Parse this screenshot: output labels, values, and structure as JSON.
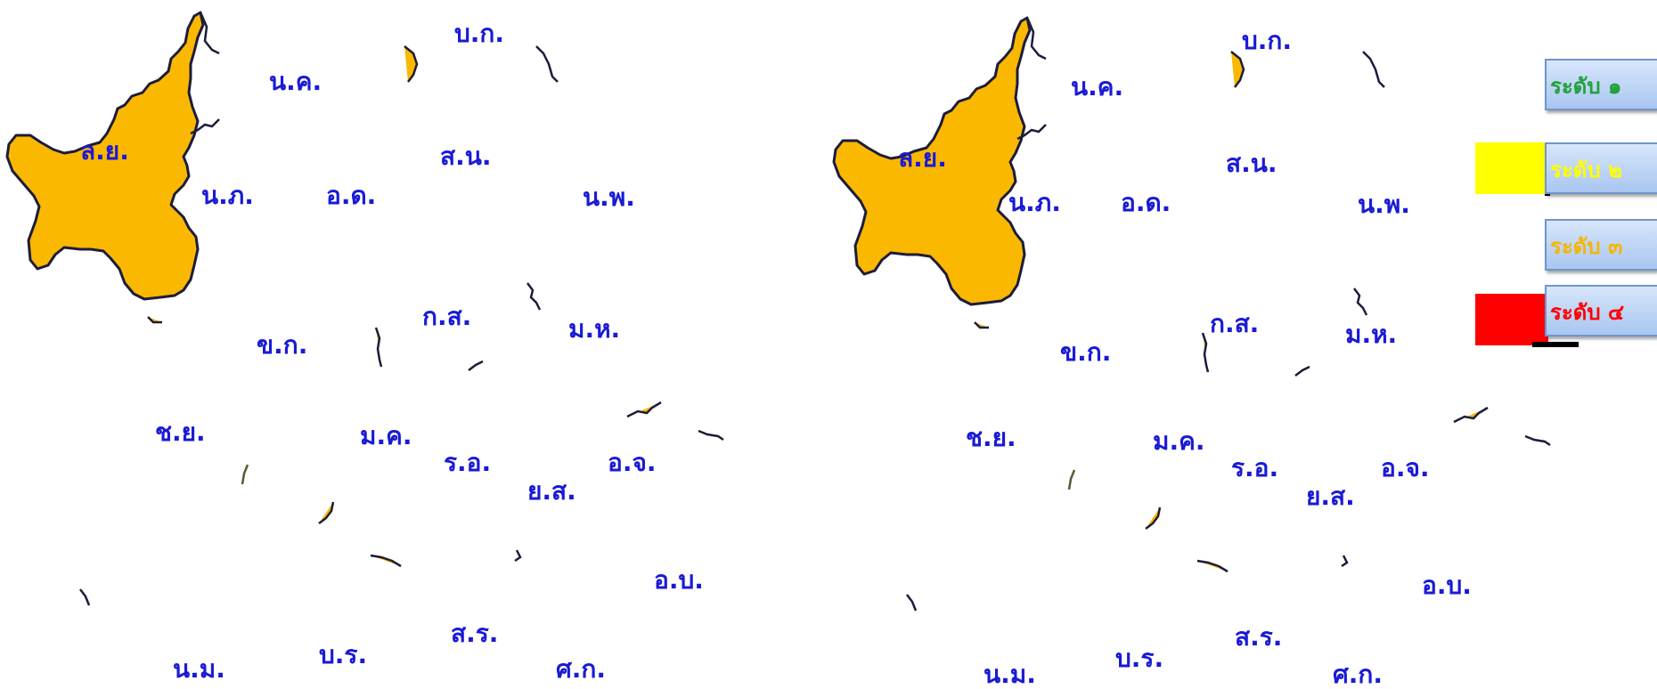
{
  "colors": {
    "label": "#1a1ad6",
    "province_fill": "#fbb800",
    "outline": "#1c1c3c",
    "level1": "#1fa23a",
    "level2": "#ffff00",
    "level3": "#f6b500",
    "level4": "#ff0000",
    "button_top": "#d7e6fb",
    "button_bottom": "#a9c6f0"
  },
  "highlighted_province": "ล.ย.",
  "maps": [
    {
      "labels": [
        "บ.ก.",
        "น.ค.",
        "ล.ย.",
        "ส.น.",
        "น.ภ.",
        "อ.ด.",
        "น.พ.",
        "ก.ส.",
        "ม.ห.",
        "ข.ก.",
        "ช.ย.",
        "ม.ค.",
        "ร.อ.",
        "อ.จ.",
        "ย.ส.",
        "อ.บ.",
        "ส.ร.",
        "บ.ร.",
        "น.ม.",
        "ศ.ก."
      ]
    },
    {
      "labels": [
        "บ.ก.",
        "น.ค.",
        "ล.ย.",
        "ส.น.",
        "น.ภ.",
        "อ.ด.",
        "น.พ.",
        "ก.ส.",
        "ม.ห.",
        "ข.ก.",
        "ช.ย.",
        "ม.ค.",
        "ร.อ.",
        "อ.จ.",
        "ย.ส.",
        "อ.บ.",
        "ส.ร.",
        "บ.ร.",
        "น.ม.",
        "ศ.ก."
      ]
    }
  ],
  "legend": [
    {
      "label": "ระดับ ๑",
      "color": "#1fa23a",
      "swatch": null
    },
    {
      "label": "ระดับ ๒",
      "color": "#ffff00",
      "swatch": "#ffff00"
    },
    {
      "label": "ระดับ ๓",
      "color": "#f6b500",
      "swatch": null
    },
    {
      "label": "ระดับ ๔",
      "color": "#ff0000",
      "swatch": "#ff0000"
    }
  ]
}
